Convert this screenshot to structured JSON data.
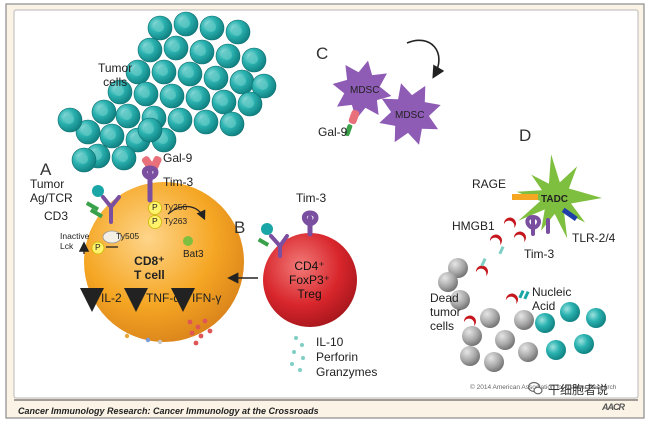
{
  "panels": {
    "a": "A",
    "b": "B",
    "c": "C",
    "d": "D"
  },
  "labels": {
    "tumor_cells": "Tumor\ncells",
    "gal9_a": "Gal-9",
    "tim3_a": "Tim-3",
    "tumor_ag_tcr": "Tumor\nAg/TCR",
    "cd3": "CD3",
    "inactive_lck": "Inactive\nLck",
    "lck_p": "P",
    "y505": "Ty505",
    "p_y256": "P",
    "y256": "Ty256",
    "p_y263": "P",
    "y263": "Ty263",
    "bat3": "Bat3",
    "cd8_t_cell": "CD8⁺\nT cell",
    "il2": "IL-2",
    "tnf_alpha": "TNF-α",
    "ifn_gamma": "IFN-γ",
    "tim3_b": "Tim-3",
    "treg": "CD4⁺\nFoxP3⁺\nTreg",
    "il10": "IL-10",
    "perforin": "Perforin",
    "granzymes": "Granzymes",
    "mdsc_1": "MDSC",
    "mdsc_2": "MDSC",
    "gal9_c": "Gal-9",
    "rage": "RAGE",
    "tadc": "TADC",
    "hmgb1": "HMGB1",
    "tlr": "TLR-2/4",
    "tim3_d": "Tim-3",
    "dead_tumor_cells": "Dead\ntumor\ncells",
    "nucleic_acid": "Nucleic\nAcid"
  },
  "footer": {
    "journal": "Cancer Immunology Research: Cancer Immunology at the Crossroads",
    "copyright": "© 2014 American Association for Cancer Research",
    "watermark": "干细胞者说",
    "publisher_logo": "AACR"
  },
  "colors": {
    "tumor_teal": "#1aa6a6",
    "t_cell_orange": "#f5a623",
    "treg_red": "#d8262c",
    "mdsc_purple": "#8e5bb5",
    "tadc_green": "#7fbf3f",
    "tim3_purple": "#7b4fa0",
    "gal9_pink": "#e8707a",
    "hmgb1_red": "#c4161c",
    "dead_cell_gray": "#9a9a9a",
    "frame_beige": "#fbf3e6"
  }
}
